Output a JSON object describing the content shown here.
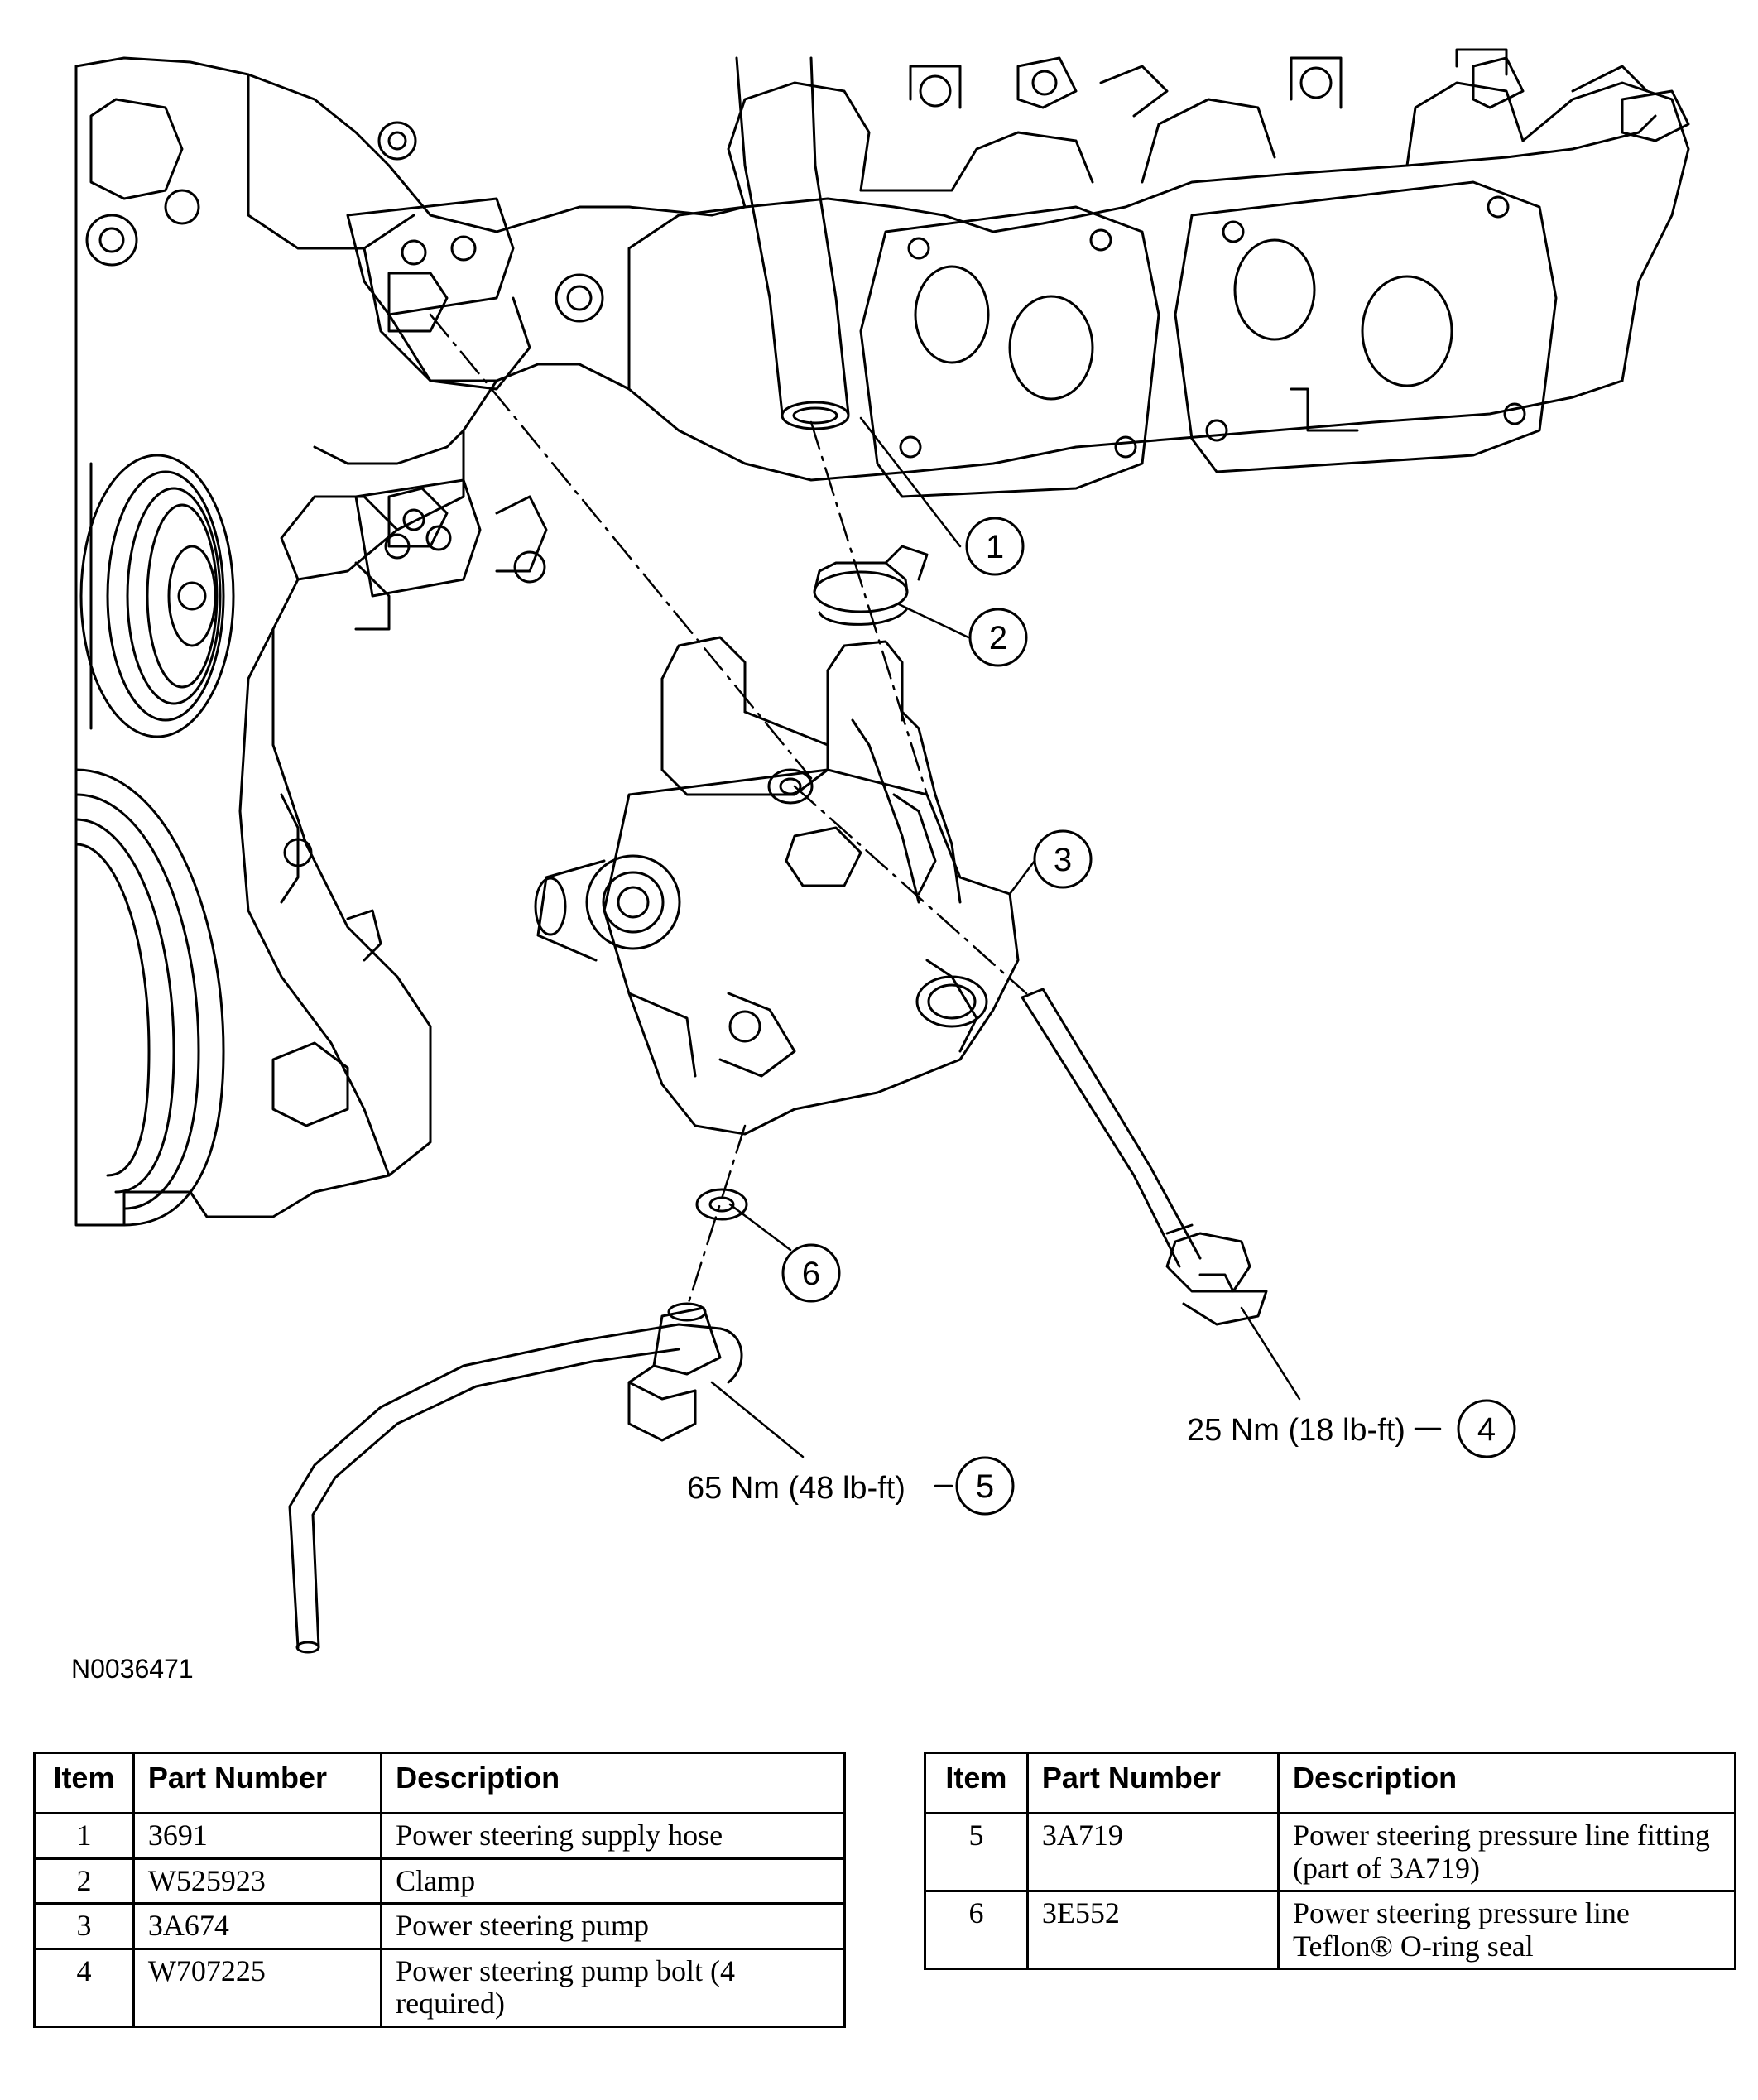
{
  "figure": {
    "code": "N0036471",
    "callouts": [
      "1",
      "2",
      "3",
      "4",
      "5",
      "6"
    ],
    "torque_labels": {
      "bolt": "25 Nm (18 lb-ft)",
      "fitting": "65 Nm (48 lb-ft)"
    }
  },
  "tables": {
    "headers": {
      "item": "Item",
      "part_number": "Part Number",
      "description": "Description"
    },
    "left": [
      {
        "item": "1",
        "part": "3691",
        "desc": "Power steering supply hose"
      },
      {
        "item": "2",
        "part": "W525923",
        "desc": "Clamp"
      },
      {
        "item": "3",
        "part": "3A674",
        "desc": "Power steering pump"
      },
      {
        "item": "4",
        "part": "W707225",
        "desc": "Power steering pump bolt (4 required)"
      }
    ],
    "right": [
      {
        "item": "5",
        "part": "3A719",
        "desc": "Power steering pressure line fitting (part of 3A719)"
      },
      {
        "item": "6",
        "part": "3E552",
        "desc": "Power steering pressure line Teflon® O-ring seal"
      }
    ]
  }
}
